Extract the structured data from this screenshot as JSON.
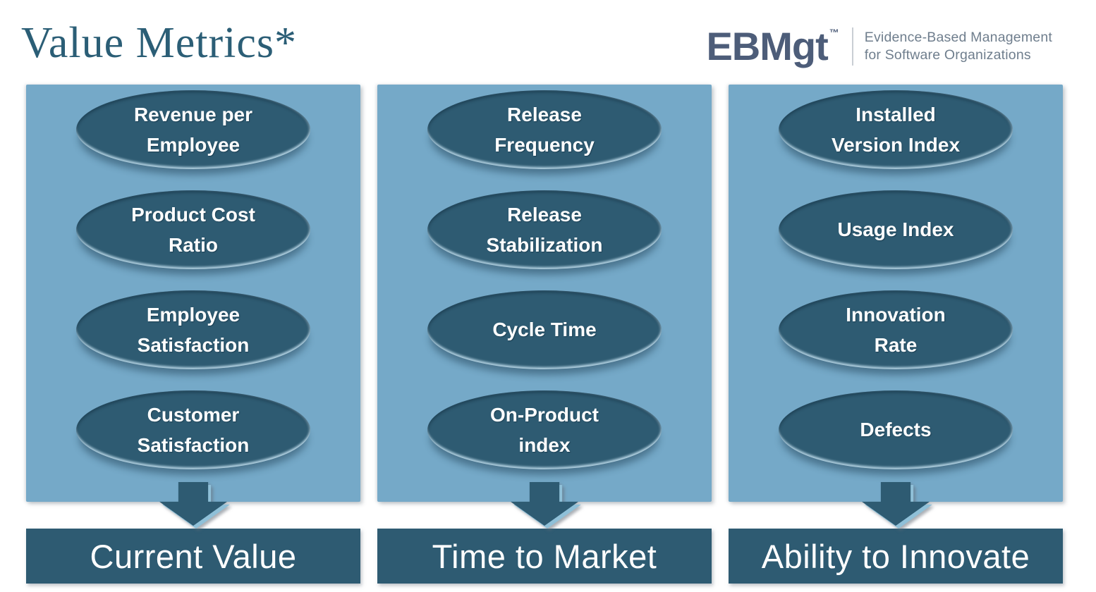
{
  "header": {
    "title": "Value Metrics*",
    "logo": {
      "name": "EBMgt",
      "tm": "™",
      "tagline_line1": "Evidence-Based Management",
      "tagline_line2": "for Software Organizations"
    }
  },
  "columns": [
    {
      "label": "Current Value",
      "metrics": [
        "Revenue per\nEmployee",
        "Product Cost\nRatio",
        "Employee\nSatisfaction",
        "Customer\nSatisfaction"
      ]
    },
    {
      "label": "Time to Market",
      "metrics": [
        "Release\nFrequency",
        "Release\nStabilization",
        "Cycle Time",
        "On-Product\nindex"
      ]
    },
    {
      "label": "Ability to Innovate",
      "metrics": [
        "Installed\nVersion Index",
        "Usage Index",
        "Innovation\nRate",
        "Defects"
      ]
    }
  ],
  "colors": {
    "column_background": "#75A9C8",
    "shape_fill": "#2E5B72",
    "title_text": "#2B5E76",
    "logo_text": "#4D5D79",
    "tagline_text": "#6F7E8D",
    "metric_text": "#FFFFFF",
    "arrow_highlight": "#8FC0D8"
  }
}
